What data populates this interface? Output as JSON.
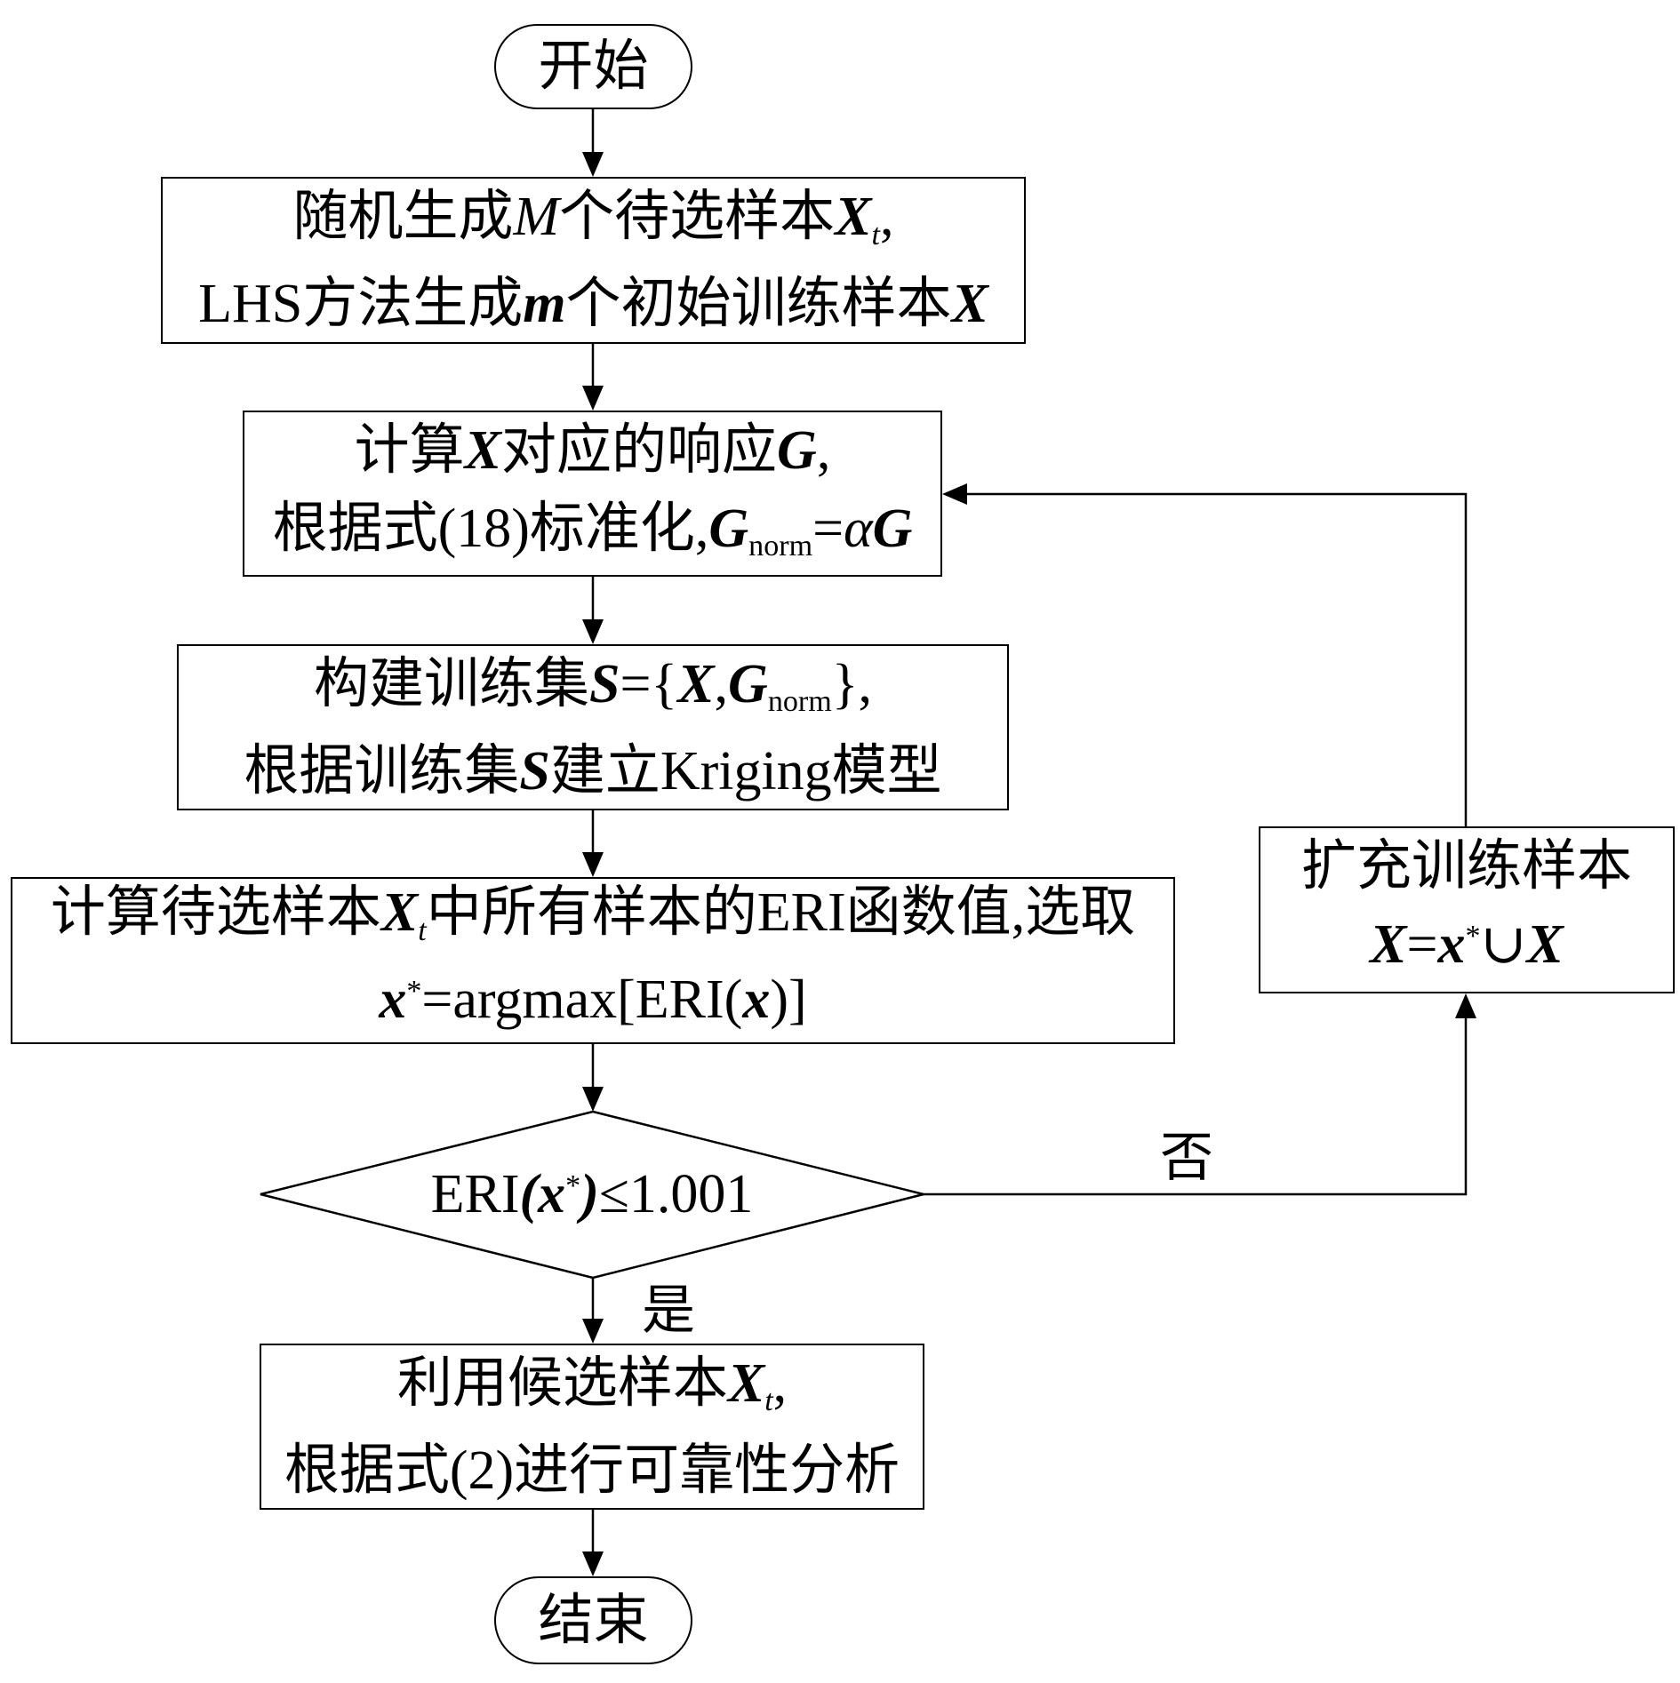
{
  "start": {
    "label": "开始"
  },
  "end": {
    "label": "结束"
  },
  "box1": {
    "line1": [
      "随机生成",
      "M",
      "个待选样本",
      "X",
      "t",
      ","
    ],
    "line2": [
      "LHS方法生成",
      "m",
      "个初始训练样本",
      "X"
    ]
  },
  "box2": {
    "line1": [
      "计算",
      "X",
      "对应的响应",
      "G",
      ","
    ],
    "line2": [
      "根据式(18)标准化,",
      "G",
      "norm",
      "=",
      "α",
      "G"
    ]
  },
  "box3": {
    "line1": [
      "构建训练集",
      "S",
      "={",
      "X",
      ",",
      "G",
      "norm",
      "},"
    ],
    "line2": [
      "根据训练集",
      "S",
      "建立Kriging模型"
    ]
  },
  "box4": {
    "line1": [
      "计算待选样本",
      "X",
      "t",
      "中所有样本的ERI函数值,选取"
    ],
    "line2": [
      "x",
      "*",
      "=argmax[ERI(",
      "x",
      ")]"
    ]
  },
  "decision": {
    "label": [
      "ERI",
      "(",
      "x",
      "*",
      ")",
      "≤1.001"
    ],
    "no_label": "否",
    "yes_label": "是"
  },
  "expand_box": {
    "line1": "扩充训练样本",
    "line2": [
      "X",
      "=",
      "x",
      "*",
      "∪",
      "X"
    ]
  },
  "box5": {
    "line1": [
      "利用候选样本",
      "X",
      "t",
      ","
    ],
    "line2": "根据式(2)进行可靠性分析"
  }
}
